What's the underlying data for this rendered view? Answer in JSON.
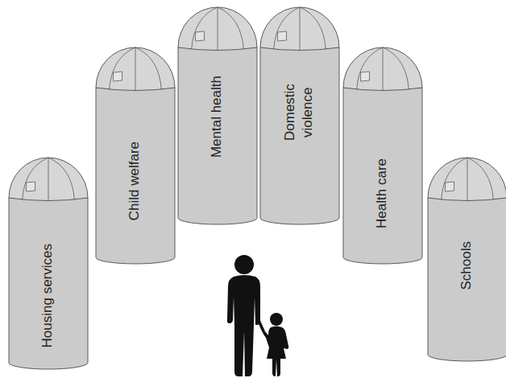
{
  "diagram": {
    "nodes": [
      {
        "text": [
          "Housing services"
        ]
      },
      {
        "text": [
          "Child welfare"
        ]
      },
      {
        "text": [
          "Mental health"
        ]
      },
      {
        "text": [
          "Domestic violence"
        ]
      },
      {
        "text": [
          "Health care"
        ]
      },
      {
        "text": [
          "Schools"
        ]
      }
    ]
  }
}
